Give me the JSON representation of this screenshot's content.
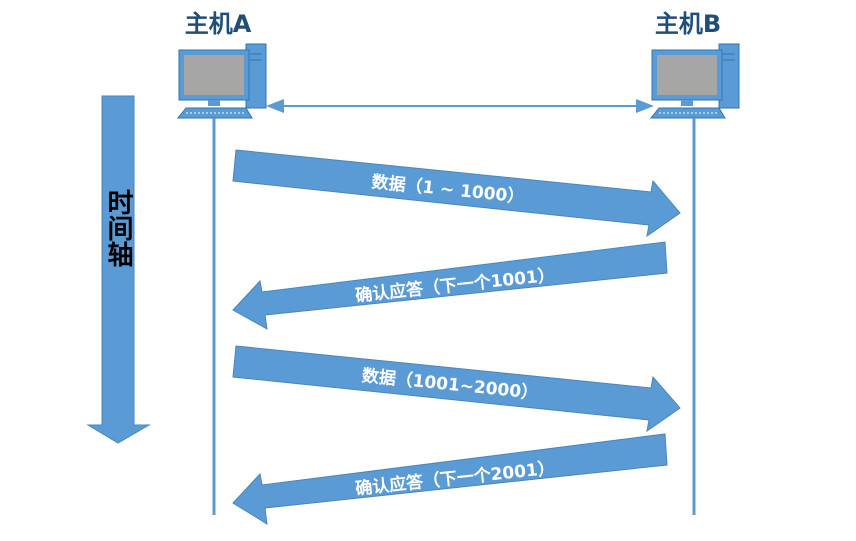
{
  "hosts": {
    "a_label": "主机A",
    "b_label": "主机B"
  },
  "time_axis": {
    "label": "时间轴"
  },
  "messages": [
    {
      "direction": "A-to-B",
      "label": "数据（1 ~ 1000）"
    },
    {
      "direction": "B-to-A",
      "label": "确认应答（下一个1001）"
    },
    {
      "direction": "A-to-B",
      "label": "数据（1001~2000）"
    },
    {
      "direction": "B-to-A",
      "label": "确认应答（下一个2001）"
    }
  ],
  "colors": {
    "arrow_fill": "#5b9bd5",
    "arrow_stroke": "#4a86bd",
    "host_title": "#1f4e79",
    "monitor_body": "#5b9bd5",
    "monitor_screen": "#a6a6a6"
  }
}
